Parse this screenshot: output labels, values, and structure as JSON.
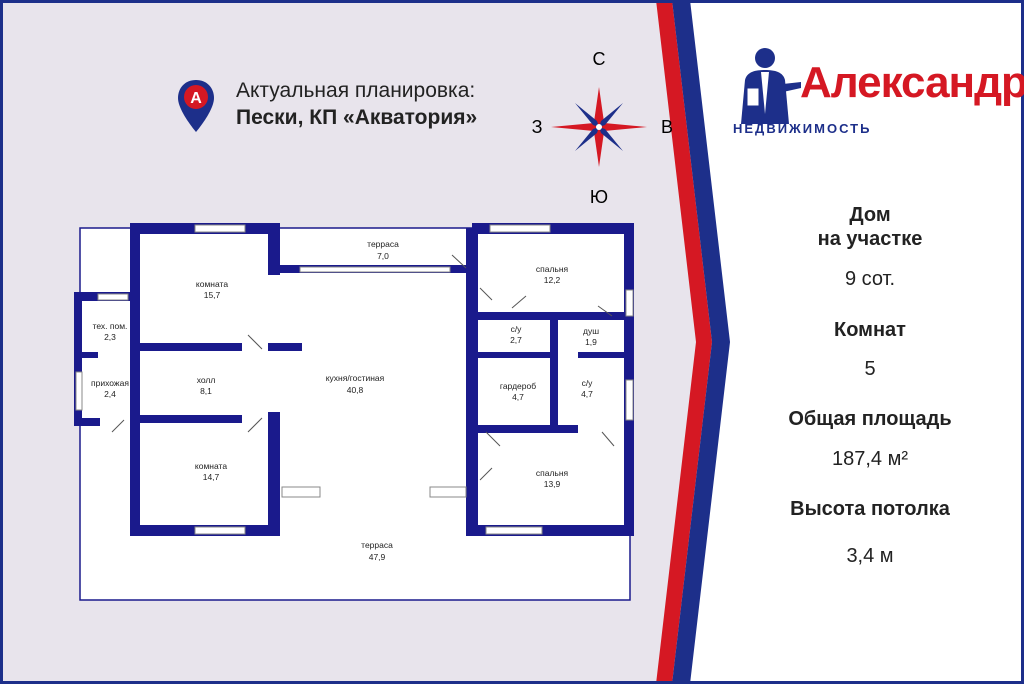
{
  "header": {
    "line1": "Актуальная планировка:",
    "line2": "Пески, КП «Акватория»",
    "pin_letter": "А"
  },
  "compass": {
    "north": "С",
    "south": "Ю",
    "west": "З",
    "east": "В"
  },
  "brand": {
    "name": "Александр",
    "sub": "НЕДВИЖИМОСТЬ"
  },
  "info": {
    "type_title_1": "Дом",
    "type_title_2": "на участке",
    "plot": "9 сот.",
    "rooms_title": "Комнат",
    "rooms": "5",
    "area_title": "Общая площадь",
    "area": "187,4 м²",
    "height_title": "Высота потолка",
    "height": "3,4 м"
  },
  "rooms": {
    "terrace_top": {
      "name": "терраса",
      "area": "7,0"
    },
    "room1": {
      "name": "комната",
      "area": "15,7"
    },
    "bedroom1": {
      "name": "спальня",
      "area": "12,2"
    },
    "tech": {
      "name": "тех. пом.",
      "area": "2,3"
    },
    "wc1": {
      "name": "с/у",
      "area": "2,7"
    },
    "shower": {
      "name": "душ",
      "area": "1,9"
    },
    "entry": {
      "name": "прихожая",
      "area": "2,4"
    },
    "hall": {
      "name": "холл",
      "area": "8,1"
    },
    "kitchen": {
      "name": "кухня/гостиная",
      "area": "40,8"
    },
    "wardrobe": {
      "name": "гардероб",
      "area": "4,7"
    },
    "wc2": {
      "name": "с/у",
      "area": "4,7"
    },
    "room2": {
      "name": "комната",
      "area": "14,7"
    },
    "bedroom2": {
      "name": "спальня",
      "area": "13,9"
    },
    "terrace_bottom": {
      "name": "терраса",
      "area": "47,9"
    }
  },
  "colors": {
    "wall": "#1a1a8c",
    "accent_red": "#d51823",
    "accent_blue": "#1d2f8a",
    "bg": "#e8e4ec"
  }
}
